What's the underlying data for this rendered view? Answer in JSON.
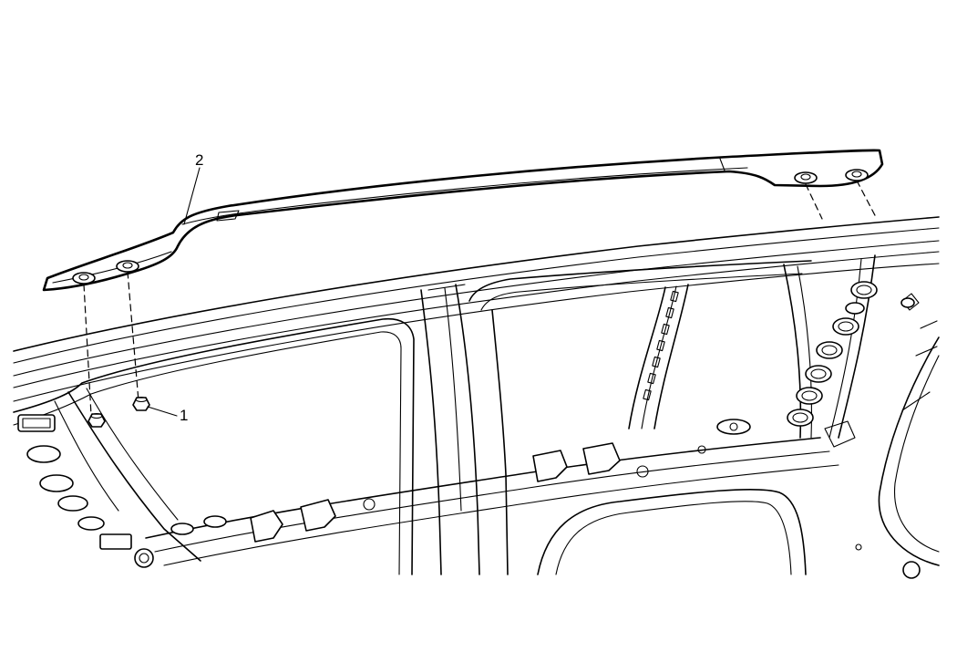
{
  "callouts": [
    {
      "id": "1",
      "label": "1"
    },
    {
      "id": "2",
      "label": "2"
    }
  ],
  "parts": {
    "roof_rack_rail": "callout-2",
    "rail_fastener_nut": "callout-1"
  },
  "colors": {
    "line": "#000000",
    "background": "#ffffff"
  }
}
